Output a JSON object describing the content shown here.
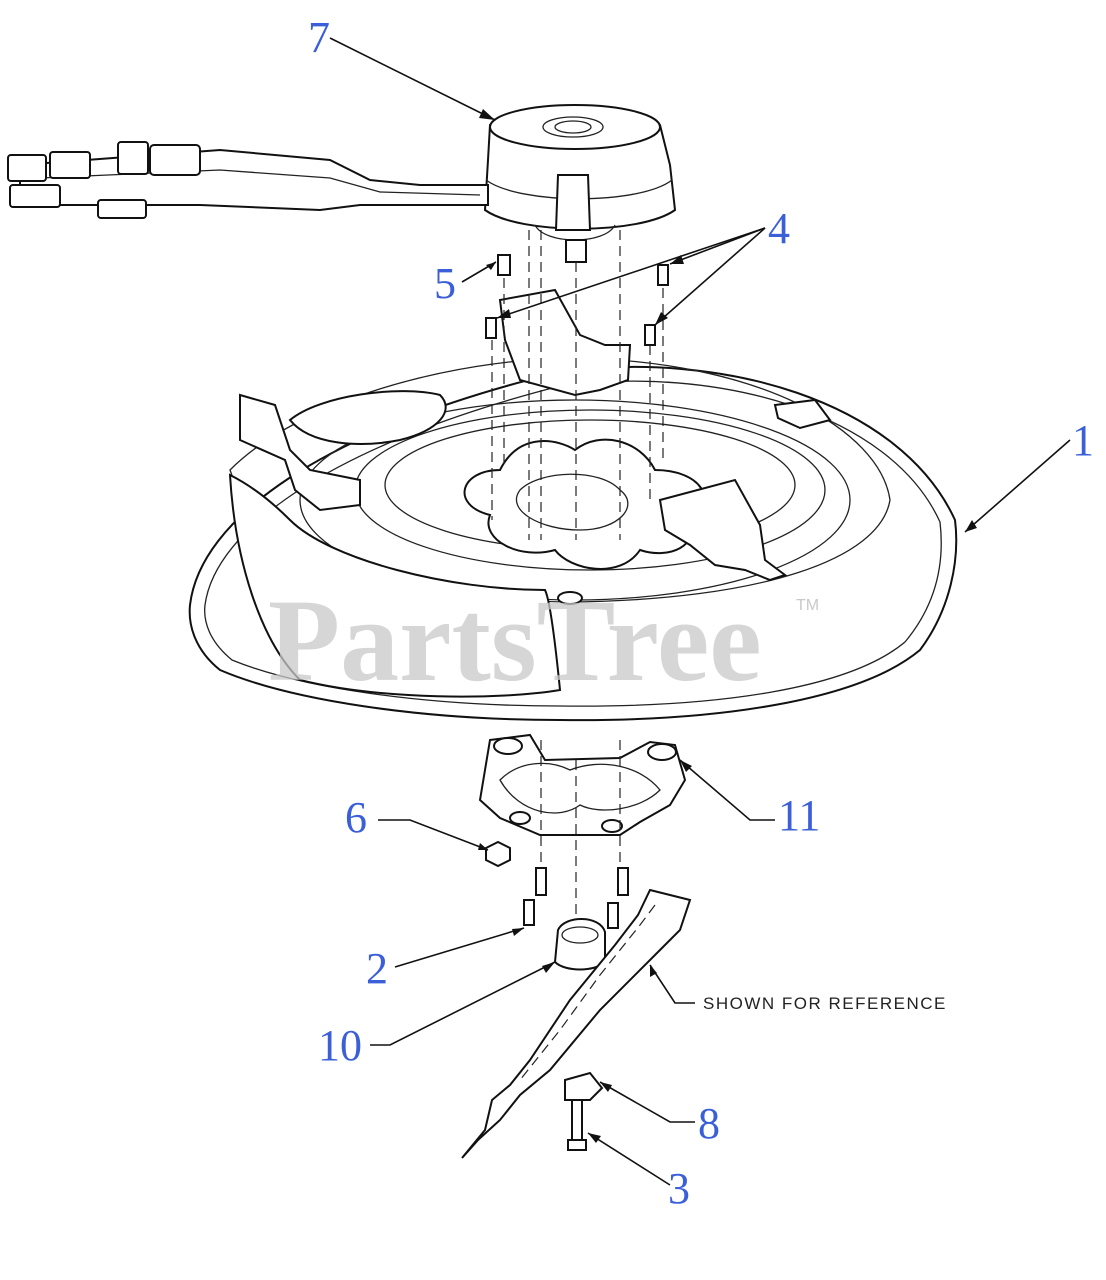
{
  "watermark": {
    "text": "PartsTree",
    "trademark": "TM"
  },
  "reference_note": "SHOWN FOR REFERENCE",
  "colors": {
    "callout": "#3a5fd8",
    "line": "#111111",
    "watermark": "#c9c9c9"
  },
  "callouts": {
    "c1": "1",
    "c2": "2",
    "c3": "3",
    "c4": "4",
    "c5": "5",
    "c6": "6",
    "c7": "7",
    "c8": "8",
    "c10": "10",
    "c11": "11"
  }
}
